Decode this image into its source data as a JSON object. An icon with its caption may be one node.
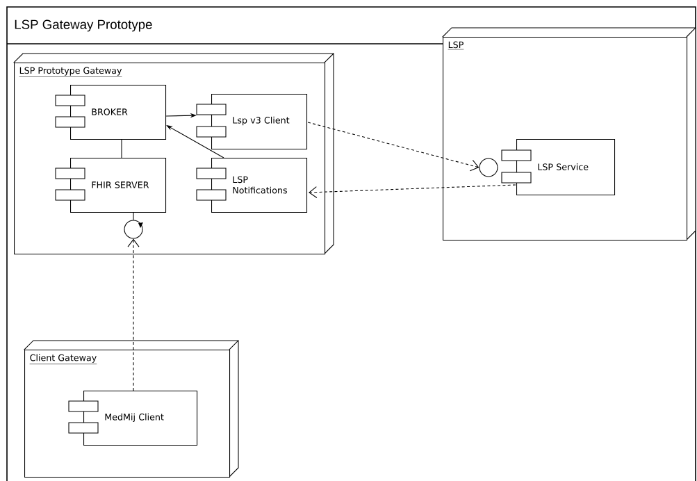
{
  "diagram": {
    "title": "LSP Gateway Prototype",
    "nodes": [
      {
        "text": [
          "LSP Prototype Gateway"
        ]
      },
      {
        "text": [
          "BROKER"
        ],
        "in": 0
      },
      {
        "text": [
          "Lsp v3 Client"
        ],
        "in": 0
      },
      {
        "text": [
          "FHIR SERVER"
        ],
        "in": 0
      },
      {
        "text": [
          "LSP Notifications"
        ],
        "in": 0
      },
      {
        "text": [],
        "shape": "circle",
        "in": 0
      },
      {
        "text": [
          "LSP"
        ]
      },
      {
        "text": [],
        "shape": "circle",
        "in": 6
      },
      {
        "text": [
          "LSP Service"
        ],
        "in": 6
      },
      {
        "text": [
          "Client Gateway"
        ]
      },
      {
        "text": [
          "MedMij Client"
        ],
        "in": 9
      }
    ],
    "edges": [
      {
        "from": 1,
        "to": 2,
        "arrow": "to"
      },
      {
        "from": 4,
        "to": 1,
        "arrow": "to"
      },
      {
        "from": 1,
        "to": 3,
        "arrow": "none"
      },
      {
        "from": 3,
        "to": 5,
        "arrow": "none"
      },
      {
        "from": 10,
        "to": 5,
        "arrow": "to",
        "style": "dashed"
      },
      {
        "from": 2,
        "to": 7,
        "arrow": "to",
        "style": "dashed"
      },
      {
        "from": 8,
        "to": 4,
        "arrow": "to",
        "style": "dashed"
      }
    ]
  }
}
